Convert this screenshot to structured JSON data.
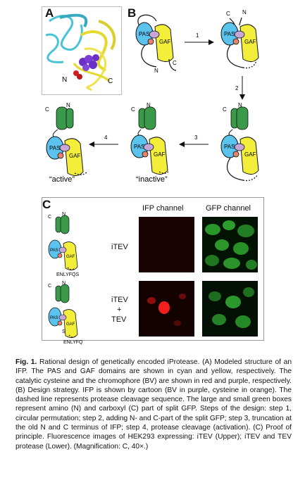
{
  "panels": {
    "A": "A",
    "B": "B",
    "C": "C"
  },
  "panelA": {
    "n_label": "N",
    "c_label": "C"
  },
  "domains": {
    "pas": "PAS",
    "gaf": "GAF",
    "n": "N",
    "c": "C"
  },
  "steps": {
    "s1": "1",
    "s2": "2",
    "s3": "3",
    "s4": "4"
  },
  "states": {
    "active": "“active”",
    "inactive": "“inactive”"
  },
  "panelC": {
    "col_ifp": "IFP channel",
    "col_gfp": "GFP channel",
    "row1_label": "iTEV",
    "row2_line1": "iTEV",
    "row2_line2": "+",
    "row2_line3": "TEV",
    "seq1": "ENLYFQS",
    "seq2_s": "S",
    "seq2": "ENLYFQ"
  },
  "caption": {
    "fig": "Fig. 1.",
    "text": "Rational design of genetically encoded iProtease. (A) Modeled structure of an IFP. The PAS and GAF domains are shown in cyan and yellow, respectively. The catalytic cysteine and the chromophore (BV) are shown in red and purple, respectively. (B) Design strategy. IFP is shown by cartoon (BV in purple, cysteine in orange). The dashed line represents protease cleavage sequence. The large and small green boxes represent amino (N) and carboxyl (C) part of split GFP. Steps of the design: step 1, circular permutation; step 2, adding N- and C-part of the split GFP; step 3, truncation at the old N and C terminus of IFP; step 4, protease cleavage (activation). (C) Proof of principle. Fluorescence images of HEK293 expressing: iTEV (Upper); iTEV and TEV protease (Lower). (Magnification: C, 40×.)"
  },
  "colors": {
    "pas": "#5bc3ee",
    "gaf": "#f3ee3a",
    "gfp": "#3b9a4a",
    "bv": "#c8a6d8",
    "cys": "#e8826a"
  }
}
